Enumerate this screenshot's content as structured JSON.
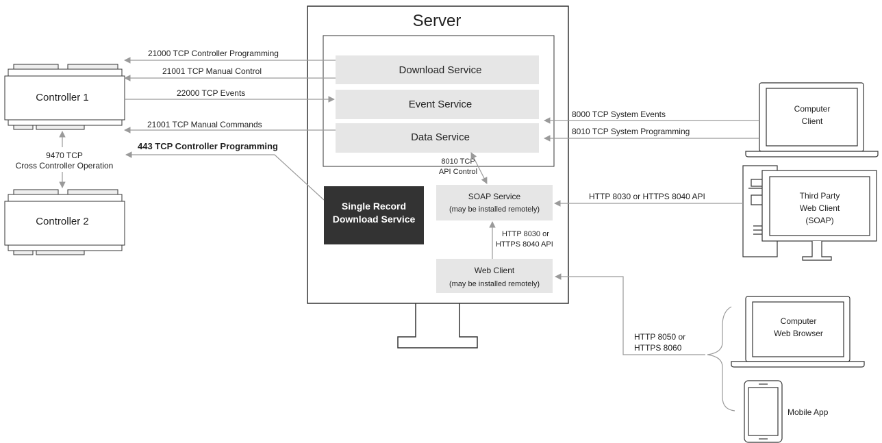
{
  "server": {
    "title": "Server",
    "services": {
      "download": "Download Service",
      "event": "Event Service",
      "data": "Data Service"
    },
    "single_record": [
      "Single Record",
      "Download Service"
    ],
    "soap": [
      "SOAP Service",
      "(may be installed remotely)"
    ],
    "web_client": [
      "Web Client",
      "(may be installed remotely)"
    ],
    "api_control": [
      "8010 TCP",
      "API Control"
    ],
    "http_api": [
      "HTTP 8030 or",
      "HTTPS 8040 API"
    ]
  },
  "controllers": {
    "c1": "Controller 1",
    "c2": "Controller 2",
    "cross": [
      "9470 TCP",
      "Cross Controller Operation"
    ]
  },
  "links_left": {
    "prog": "21000 TCP Controller Programming",
    "manual": "21001 TCP Manual Control",
    "events": "22000 TCP Events",
    "commands": "21001 TCP Manual Commands",
    "prog443": "443 TCP Controller Programming"
  },
  "links_right": {
    "sys_events": "8000 TCP System Events",
    "sys_prog": "8010 TCP System Programming",
    "soap_api": "HTTP 8030 or HTTPS 8040 API",
    "web": [
      "HTTP 8050 or",
      "HTTPS 8060"
    ]
  },
  "clients": {
    "computer": [
      "Computer",
      "Client"
    ],
    "third_party": [
      "Third Party",
      "Web Client",
      "(SOAP)"
    ],
    "browser": [
      "Computer",
      "Web Browser"
    ],
    "mobile": "Mobile App"
  },
  "colors": {
    "stroke": "#333333",
    "service_fill": "#e6e6e6",
    "dark_fill": "#333333",
    "arrow": "#9a9a9a"
  },
  "icons": [
    "controller-icon",
    "laptop-icon",
    "desktop-tower-icon",
    "phone-icon"
  ]
}
